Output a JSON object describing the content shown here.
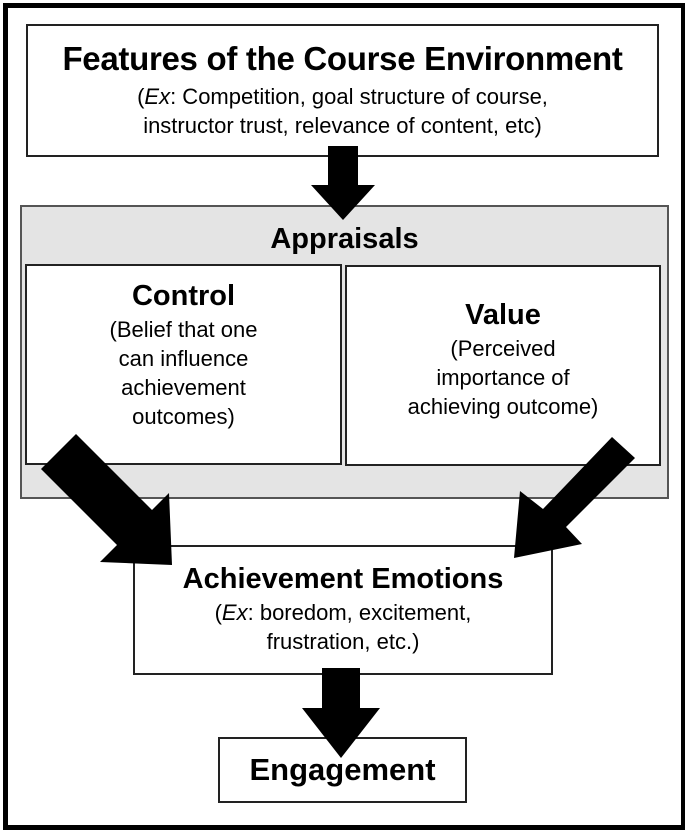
{
  "features": {
    "title": "Features of the Course Environment",
    "ex_label": "Ex",
    "desc_line1_rest": ": Competition, goal structure of course,",
    "desc_line2": "instructor trust, relevance of content, etc)",
    "open_paren": "("
  },
  "appraisals": {
    "title": "Appraisals",
    "control": {
      "title": "Control",
      "desc": [
        "(Belief that one",
        "can influence",
        "achievement",
        "outcomes)"
      ]
    },
    "value": {
      "title": "Value",
      "desc": [
        "(Perceived",
        "importance of",
        "achieving outcome)"
      ]
    }
  },
  "emotions": {
    "title": "Achievement Emotions",
    "open_paren": "(",
    "ex_label": "Ex",
    "desc_line1_rest": ": boredom, excitement,",
    "desc_line2": "frustration, etc.)"
  },
  "engagement": {
    "title": "Engagement"
  },
  "colors": {
    "arrow": "#000000",
    "appraisals_fill": "#e4e4e4",
    "box_fill": "#ffffff"
  }
}
